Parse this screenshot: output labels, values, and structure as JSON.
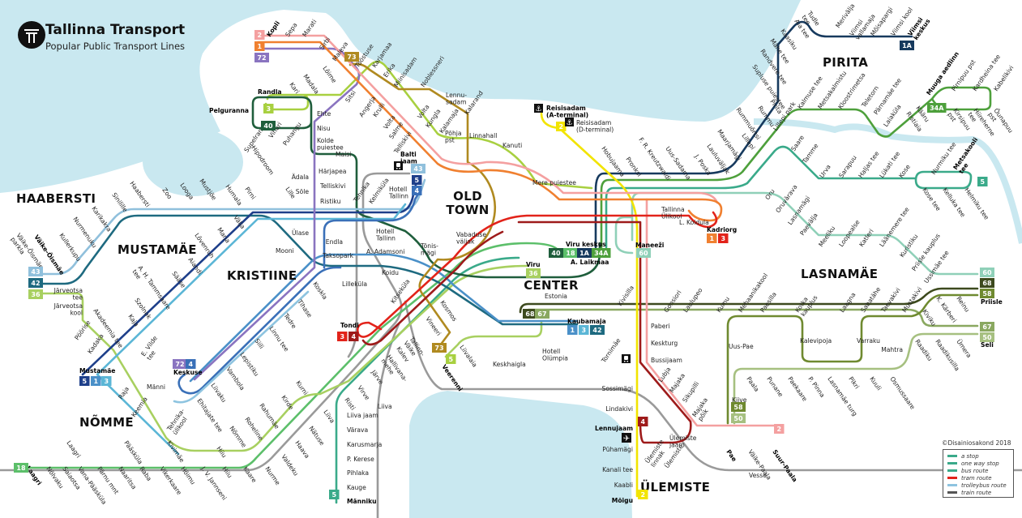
{
  "header": {
    "title": "Tallinna Transport",
    "subtitle": "Popular Public Transport Lines",
    "logo_icon": "tallinna-transport-logo"
  },
  "colors": {
    "water": "#c9e8f0",
    "land": "#ffffff",
    "tram_1": "#f08030",
    "tram_2": "#f4a0a0",
    "tram_3": "#e2231a",
    "tram_4": "#9e1b1b",
    "train": "#9a9a9a",
    "bus_2": "#f2e400"
  },
  "districts": [
    "HAABERSTI",
    "MUSTAMÄE",
    "KRISTIINE",
    "NÕMME",
    "OLD\nTOWN",
    "CENTER",
    "LASNAMÄE",
    "PIRITA",
    "ÜLEMISTE"
  ],
  "stations": [
    "Kopli",
    "Sepa",
    "Marati",
    "Sirbi",
    "Maleva",
    "Tööstuse",
    "Karjamaa",
    "Erika",
    "Miinisadam",
    "Noblessneri",
    "Lennu-\nsadam",
    "Kalarand",
    "Lõime",
    "Madala",
    "Kari",
    "Randla",
    "Pelguranna",
    "Supelranna",
    "Vihuri",
    "Puhangu",
    "Ehte",
    "Nisu",
    "Kolde\npuiestee",
    "Maisi",
    "Härjapea",
    "Ädala",
    "Telliskivi",
    "Sõle",
    "Ristiku",
    "Lille",
    "Hipodroom",
    "Pirni",
    "Humala",
    "Mustjõe",
    "Looga",
    "Zoo",
    "Haabersti",
    "Sinilille",
    "Karikakra",
    "Nurmenuku",
    "Kullerkupu",
    "Väike-Õismäe",
    "Väike-Õismäe\nparkla",
    "Ülase",
    "Endla",
    "Taksopark",
    "Mooni",
    "Tehnika",
    "Kelmiküla",
    "Hotell\nTallinn",
    "Balti\njaam",
    "Hotell\nTallinn",
    "A. Adamsoni",
    "Tõnis-\nmägi",
    "Koidu",
    "Lilleküla",
    "Kitseküla",
    "Tondi",
    "Tallinn-\nVäike",
    "Kalev",
    "Hallivana-\nmehe",
    "Järve",
    "Virve",
    "Risti",
    "Liiva jaam",
    "Värava",
    "Karusmarja",
    "P. Kerese",
    "Pihlaka",
    "Kauge",
    "Männiku",
    "Liiva",
    "Liiva",
    "Kosmos",
    "Vineeri",
    "Veerenni",
    "Liivalaia",
    "Keskhaigla",
    "Hotell\nOlümpia",
    "Vabaduse\nväljak",
    "Viru keskus",
    "A. Laikmaa",
    "Viru",
    "Estonia",
    "Kaubamaja",
    "Maneeži",
    "Tallinna\nÜlikool",
    "L. Koidula",
    "Kadriorg",
    "Linnahall",
    "Kanuti",
    "Mere puiestee",
    "Põhja\npst",
    "Reisisadam\n(A-terminal)",
    "Reisisadam\n(D-terminal)",
    "Hobujaama",
    "Pronksi",
    "F. R. Kreutzwaldi",
    "Uus-Sadama",
    "J. Poska",
    "Lauluväljak",
    "Maarjamägi",
    "Lillepi",
    "Rummuõrtsi",
    "Rummu",
    "Pirita",
    "Supluse puiestee",
    "Randvere tee",
    "Mähe tee",
    "Kaasiku",
    "Aia tee",
    "Tudle\ntee",
    "Merivälja",
    "Viimsi\nvallamaja",
    "Mõisapargi",
    "Viimsi kool",
    "Viimsi\nkeskus",
    "Kalmuse tee",
    "Metsakalmistu",
    "Kloostrimetsa",
    "Teletorn",
    "Pärnamäe tee",
    "Laiaküla",
    "Ristiaia",
    "Kääru",
    "Muuga aedlinn",
    "Pirnipuu pst",
    "Kardheina tee",
    "Kabelikivi",
    "Kirsipuu\npst",
    "Hiireherne\ntee",
    "Õunapuu\npst",
    "Lillepi park",
    "Saare",
    "Tamme",
    "Urva",
    "Sarapuu",
    "Haljas tee",
    "Lükati tee",
    "Kose",
    "Nurmiku tee",
    "Metsakooli\ntee",
    "Kose tee",
    "Kelluka tee",
    "Helmiku tee",
    "Oru",
    "Oruvärava",
    "Lasnamägi",
    "Paevälja",
    "Meeliku",
    "Loopealse",
    "Katleri",
    "Läänemere tee",
    "Kuristiku",
    "Priisle kauplus",
    "Ussimäe tee",
    "Priisle",
    "Seli",
    "Kivisilla",
    "Gonsiori",
    "Laulupeo",
    "Kumu",
    "Mehaanikakool",
    "Paesilla",
    "Kotka\nkauplus",
    "Laagna",
    "Sabatähe",
    "Taevakivi",
    "Mustakivi",
    "Kiviku",
    "K. Kärberi",
    "Reinu",
    "Raadiku",
    "Raadikusilla",
    "Ümera",
    "Mahtra",
    "Kalevipoja",
    "Varraku",
    "Uus-Pae",
    "Kiive",
    "Paala",
    "Punane",
    "Paekaare",
    "P. Pinna",
    "Lasnamäe turg",
    "Pikri",
    "Kuuli",
    "Osmussaare",
    "Pae",
    "Väike-Paala",
    "Suur-Paala",
    "Paberi",
    "Keskturg",
    "Bussijaam",
    "Lubja",
    "Majaka",
    "Sikupilli",
    "Majaka\npõik",
    "Tornimäe",
    "Sossimägi",
    "Lindakivi",
    "Lennujaam",
    "Pühamägi",
    "Kanali tee",
    "Kaabli",
    "Mõigu",
    "Ülemiste\njaam",
    "Ülemiste\nlinnak",
    "Ülemiste",
    "Vesse",
    "Laagri",
    "Nõlvaku",
    "Saiaotsa",
    "Vana-Pääsküla",
    "Pärnu mnt",
    "Naaritsa",
    "Raba",
    "Vikerkaare",
    "Hõimu",
    "J. V. Jannseni",
    "Hiiu",
    "Kaare",
    "Nurme",
    "Valdeku",
    "Haava",
    "Nätuse",
    "Laagri",
    "Pääsküla",
    "Kivimäe",
    "Hiiu",
    "Nõmme",
    "Roheline",
    "Rahumäe",
    "Kirde",
    "Kurni",
    "Raja",
    "Keemia",
    "Tehnika-\nülikool",
    "Ehitajate tee",
    "Männi",
    "Liivaku",
    "Vambola",
    "Lepistiku",
    "Siili",
    "Linnu tee",
    "Tedre",
    "Tihase",
    "Koskla",
    "Keskuse",
    "Mustamäe",
    "Välja",
    "Marja",
    "Lõvenruh",
    "Aiandi",
    "Sääse",
    "A. H. Tammsaare\ntee",
    "Szolnok",
    "Kaja",
    "E. Vilde\ntee",
    "Akadeemia tee",
    "Pöörise",
    "Kadaka",
    "Järveotsa\ntee",
    "Järveotsa\nkool",
    "Sitsi",
    "Angerja",
    "Krulli",
    "Volta",
    "Salme",
    "Telliskivi",
    "Volta",
    "Kungla",
    "Kalamaja"
  ],
  "badges": [
    {
      "label": "2",
      "color": "#f4a0a0"
    },
    {
      "label": "1",
      "color": "#f08030"
    },
    {
      "label": "72",
      "color": "#8a74c0"
    },
    {
      "label": "73",
      "color": "#b08a20"
    },
    {
      "label": "3",
      "color": "#a8d040"
    },
    {
      "label": "40",
      "color": "#1f5e3c"
    },
    {
      "label": "43",
      "color": "#90c0dc"
    },
    {
      "label": "5",
      "color": "#1e3f8a"
    },
    {
      "label": "4",
      "color": "#3a70b8"
    },
    {
      "label": "40",
      "color": "#1f5e3c"
    },
    {
      "label": "18",
      "color": "#5cbf6a"
    },
    {
      "label": "1A",
      "color": "#173a5e"
    },
    {
      "label": "34A",
      "color": "#4ea03c"
    },
    {
      "label": "36",
      "color": "#a8d060"
    },
    {
      "label": "1",
      "color": "#f08030"
    },
    {
      "label": "3",
      "color": "#e2231a"
    },
    {
      "label": "60",
      "color": "#8fd0b8"
    },
    {
      "label": "68",
      "color": "#3d4a1e"
    },
    {
      "label": "67",
      "color": "#8aa860"
    },
    {
      "label": "1",
      "color": "#4a90c8"
    },
    {
      "label": "3",
      "color": "#5bb6d6"
    },
    {
      "label": "42",
      "color": "#1e6a80"
    },
    {
      "label": "3",
      "color": "#e2231a"
    },
    {
      "label": "4",
      "color": "#9e1b1b"
    },
    {
      "label": "73",
      "color": "#b08a20"
    },
    {
      "label": "5",
      "color": "#a8d040"
    },
    {
      "label": "72",
      "color": "#8a74c0"
    },
    {
      "label": "4",
      "color": "#3a70b8"
    },
    {
      "label": "5",
      "color": "#1e3f8a"
    },
    {
      "label": "1",
      "color": "#4a90c8"
    },
    {
      "label": "3",
      "color": "#5bb6d6"
    },
    {
      "label": "43",
      "color": "#90c0dc"
    },
    {
      "label": "42",
      "color": "#1e6a80"
    },
    {
      "label": "36",
      "color": "#a8d060"
    },
    {
      "label": "18",
      "color": "#5cbf6a"
    },
    {
      "label": "5",
      "color": "#3aaa8a"
    },
    {
      "label": "4",
      "color": "#9e1b1b"
    },
    {
      "label": "2",
      "color": "#f2e400"
    },
    {
      "label": "2",
      "color": "#f4a0a0"
    },
    {
      "label": "58",
      "color": "#6f8a30"
    },
    {
      "label": "50",
      "color": "#a6c080"
    },
    {
      "label": "60",
      "color": "#8fd0b8"
    },
    {
      "label": "68",
      "color": "#3d4a1e"
    },
    {
      "label": "58",
      "color": "#6f8a30"
    },
    {
      "label": "67",
      "color": "#8aa860"
    },
    {
      "label": "50",
      "color": "#a6c080"
    },
    {
      "label": "5",
      "color": "#3aaa8a"
    },
    {
      "label": "34A",
      "color": "#4ea03c"
    },
    {
      "label": "1A",
      "color": "#173a5e"
    },
    {
      "label": "2",
      "color": "#f2e400"
    }
  ],
  "legend": {
    "copyright": "©Disainiosakond 2018",
    "items": [
      {
        "label": "a stop",
        "color": "#3aaa8a"
      },
      {
        "label": "one way stop",
        "color": "#3aaa8a"
      },
      {
        "label": "bus route",
        "color": "#3aaa8a"
      },
      {
        "label": "tram route",
        "color": "#e2231a"
      },
      {
        "label": "trolleybus route",
        "color": "#8ec4e0"
      },
      {
        "label": "train route",
        "color": "#555555"
      }
    ]
  }
}
